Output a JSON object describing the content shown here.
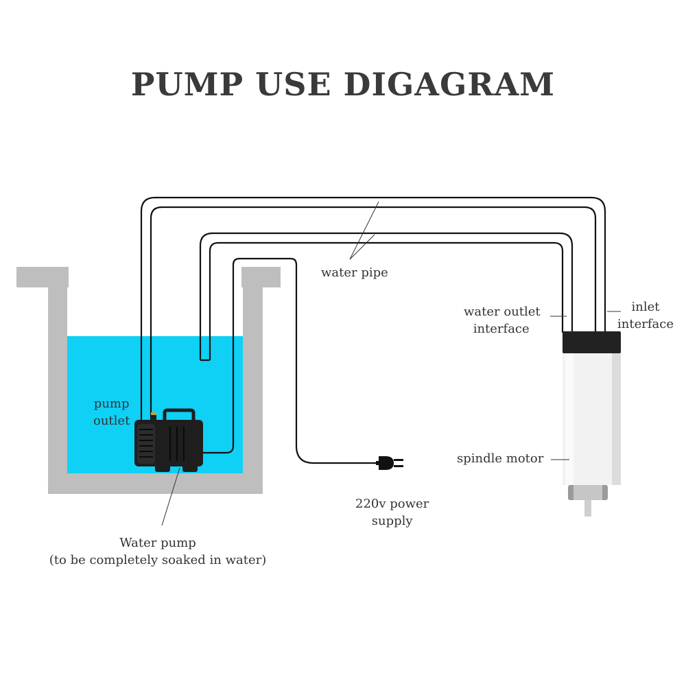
{
  "title": "PUMP USE DIGAGRAM",
  "labels": {
    "water_pipe": "water pipe",
    "water_outlet_interface": [
      "water outlet",
      "interface"
    ],
    "inlet_interface": [
      "inlet",
      "interface"
    ],
    "pump_outlet": [
      "pump",
      "outlet"
    ],
    "spindle_motor": "spindle motor",
    "power_supply": [
      "220v power",
      "supply"
    ],
    "water_pump": [
      "Water pump",
      "(to be completely soaked in water)"
    ]
  },
  "colors": {
    "water": "#0fd0f5",
    "tank": "#bebebe",
    "pipe": "#111111",
    "motor_cap": "#222222",
    "motor_body": "#f2f2f2",
    "text": "#333333"
  },
  "icons": [
    "water-pump-icon",
    "power-plug-icon",
    "spindle-motor-icon"
  ]
}
